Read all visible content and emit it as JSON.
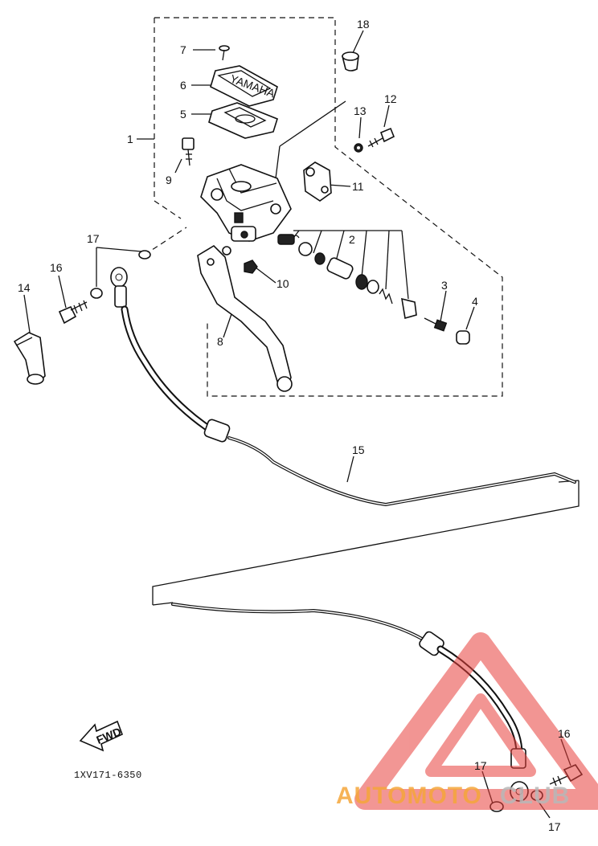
{
  "diagram": {
    "part_code": "1XV171-6350",
    "fwd_label": "FWD",
    "reservoir_cap_text": "YAMAHA",
    "callouts": [
      {
        "id": "c1",
        "label": "1"
      },
      {
        "id": "c2",
        "label": "2"
      },
      {
        "id": "c3",
        "label": "3"
      },
      {
        "id": "c4",
        "label": "4"
      },
      {
        "id": "c5",
        "label": "5"
      },
      {
        "id": "c6",
        "label": "6"
      },
      {
        "id": "c7",
        "label": "7"
      },
      {
        "id": "c8",
        "label": "8"
      },
      {
        "id": "c9",
        "label": "9"
      },
      {
        "id": "c10",
        "label": "10"
      },
      {
        "id": "c11",
        "label": "11"
      },
      {
        "id": "c12",
        "label": "12"
      },
      {
        "id": "c13",
        "label": "13"
      },
      {
        "id": "c14",
        "label": "14"
      },
      {
        "id": "c15",
        "label": "15"
      },
      {
        "id": "c16a",
        "label": "16"
      },
      {
        "id": "c16b",
        "label": "16"
      },
      {
        "id": "c17a",
        "label": "17"
      },
      {
        "id": "c17b",
        "label": "17"
      },
      {
        "id": "c17c",
        "label": "17"
      },
      {
        "id": "c18",
        "label": "18"
      }
    ]
  },
  "watermark": {
    "text_orange": "AUTOMOTO",
    "text_gray": "CLUB",
    "colors": {
      "orange": "#f5a63a",
      "gray": "#b8b8b8",
      "logo_red": "#e8403c"
    }
  }
}
